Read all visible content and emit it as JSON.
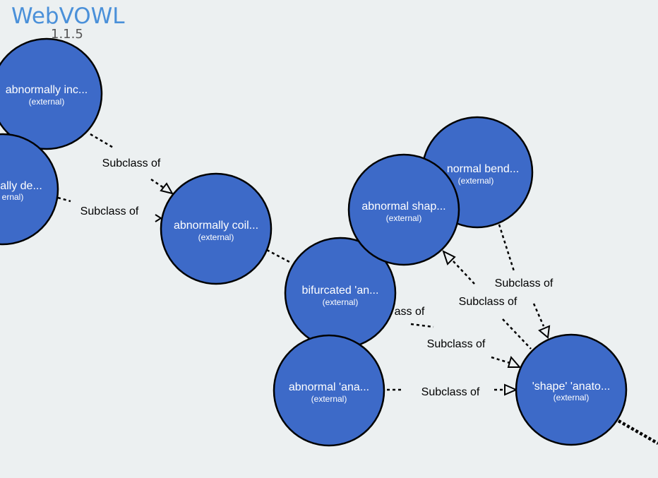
{
  "app": {
    "brand": "WebVOWL",
    "version": "1.1.5"
  },
  "colors": {
    "background": "#ecf0f1",
    "node_fill": "#3d6ac8",
    "node_stroke": "#000000",
    "label_text": "#ffffff",
    "brand": "#4a90d9"
  },
  "nodes": [
    {
      "id": "n1",
      "label": "abnormally inc...",
      "sub": "(external)"
    },
    {
      "id": "n2",
      "label": "ally de...",
      "sub": "ernal)"
    },
    {
      "id": "n3",
      "label": "abnormally coil...",
      "sub": "(external)"
    },
    {
      "id": "n4",
      "label": "normal bend...",
      "sub": "(external)"
    },
    {
      "id": "n5",
      "label": "abnormal shap...",
      "sub": "(external)"
    },
    {
      "id": "n6",
      "label": "bifurcated 'an...",
      "sub": "(external)"
    },
    {
      "id": "n7",
      "label": "abnormal 'ana...",
      "sub": "(external)"
    },
    {
      "id": "n8",
      "label": "'shape' 'anato...",
      "sub": "(external)"
    }
  ],
  "edges": [
    {
      "id": "e1",
      "label": "Subclass of"
    },
    {
      "id": "e2",
      "label": "Subclass of"
    },
    {
      "id": "e3",
      "label": "ass of"
    },
    {
      "id": "e4",
      "label": "Subclass of"
    },
    {
      "id": "e5",
      "label": "Subclass of"
    },
    {
      "id": "e6",
      "label": "Subclass of"
    },
    {
      "id": "e7",
      "label": "Subclass of"
    }
  ]
}
